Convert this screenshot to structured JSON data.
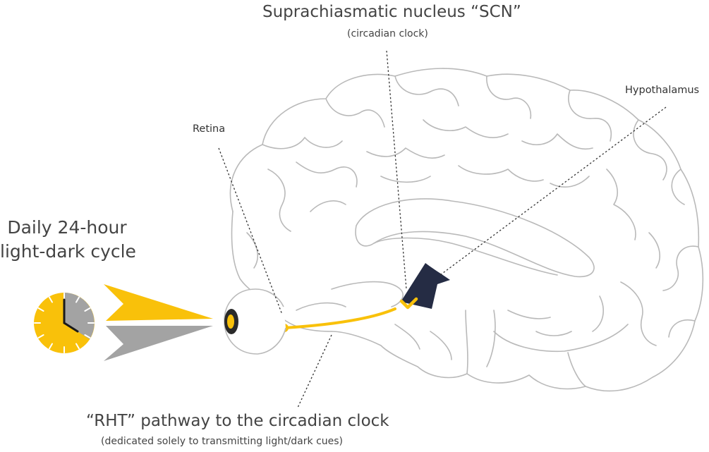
{
  "scn": {
    "title": "Suprachiasmatic nucleus “SCN”",
    "subtitle": "(circadian clock)"
  },
  "hypothalamus": {
    "label": "Hypothalamus"
  },
  "retina": {
    "label": "Retina"
  },
  "cycle": {
    "line1": "Daily 24-hour",
    "line2": "light-dark cycle"
  },
  "rht": {
    "title": "“RHT” pathway to the circadian clock",
    "subtitle": "(dedicated solely to transmitting light/dark cues)"
  },
  "colors": {
    "accent_yellow": "#f9c10a",
    "dark_gray": "#a3a3a3",
    "scn_navy": "#252c44",
    "outline": "#b9b9b9"
  },
  "icons": [
    "clock-icon",
    "light-arrow-icon",
    "dark-arrow-icon",
    "eye-icon",
    "brain-outline",
    "scn-icon"
  ]
}
